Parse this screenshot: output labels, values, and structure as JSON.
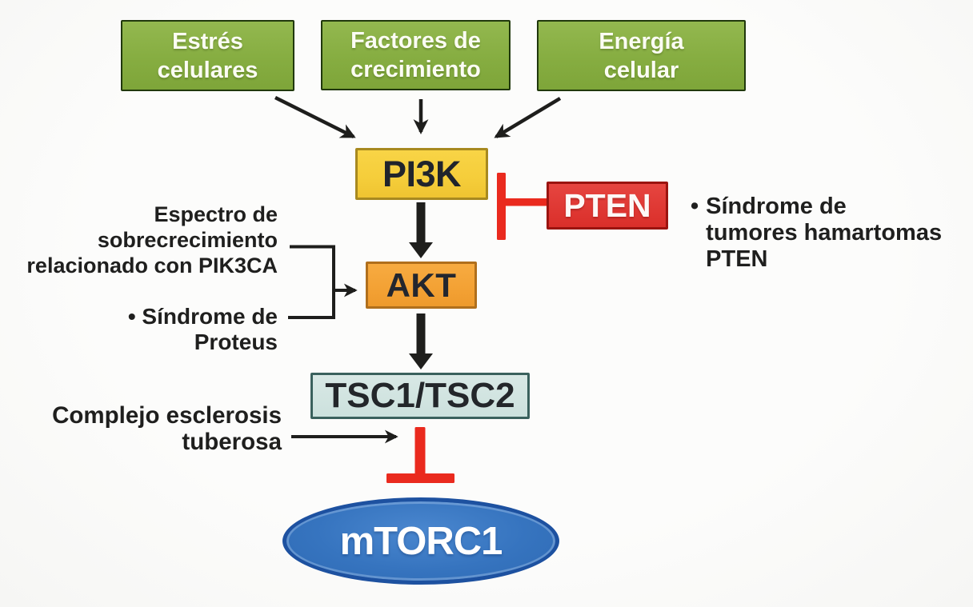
{
  "title": "mTORC1 signaling pathway diagram (Spanish)",
  "colors": {
    "ink": "#1e1e1c",
    "inhibitor-red": "#ea2a1e",
    "green-fill": "#86ad41",
    "green-border": "#20380c",
    "yellow-fill": "#f5cd3a",
    "yellow-border": "#a8891f",
    "orange-fill": "#f3a134",
    "orange-border": "#b06f1c",
    "teal-fill": "#cce1dd",
    "teal-border": "#3a615d",
    "red-fill": "#da2f2a",
    "red-border": "#9b1410",
    "blue-fill": "#3674bf",
    "blue-border": "#1d51a0",
    "background": "#fafafa"
  },
  "nodes": {
    "stress": {
      "label": "Estrés\ncelulares"
    },
    "growth": {
      "label": "Factores de\ncrecimiento"
    },
    "energy": {
      "label": "Energía\ncelular"
    },
    "pi3k": {
      "label": "PI3K"
    },
    "pten": {
      "label": "PTEN"
    },
    "akt": {
      "label": "AKT"
    },
    "tsc": {
      "label": "TSC1/TSC2"
    },
    "mtorc1": {
      "label": "mTORC1"
    }
  },
  "annotations": {
    "pik3ca": {
      "text": "Espectro de\nsobrecrecimiento\nrelacionado con PIK3CA"
    },
    "proteus": {
      "text": "• Síndrome de\nProteus"
    },
    "pten_syndrome": {
      "bullet": "•",
      "text": "Síndrome de\ntumores hamartomas\nPTEN"
    },
    "tuberous": {
      "text": "Complejo esclerosis\ntuberosa"
    }
  }
}
